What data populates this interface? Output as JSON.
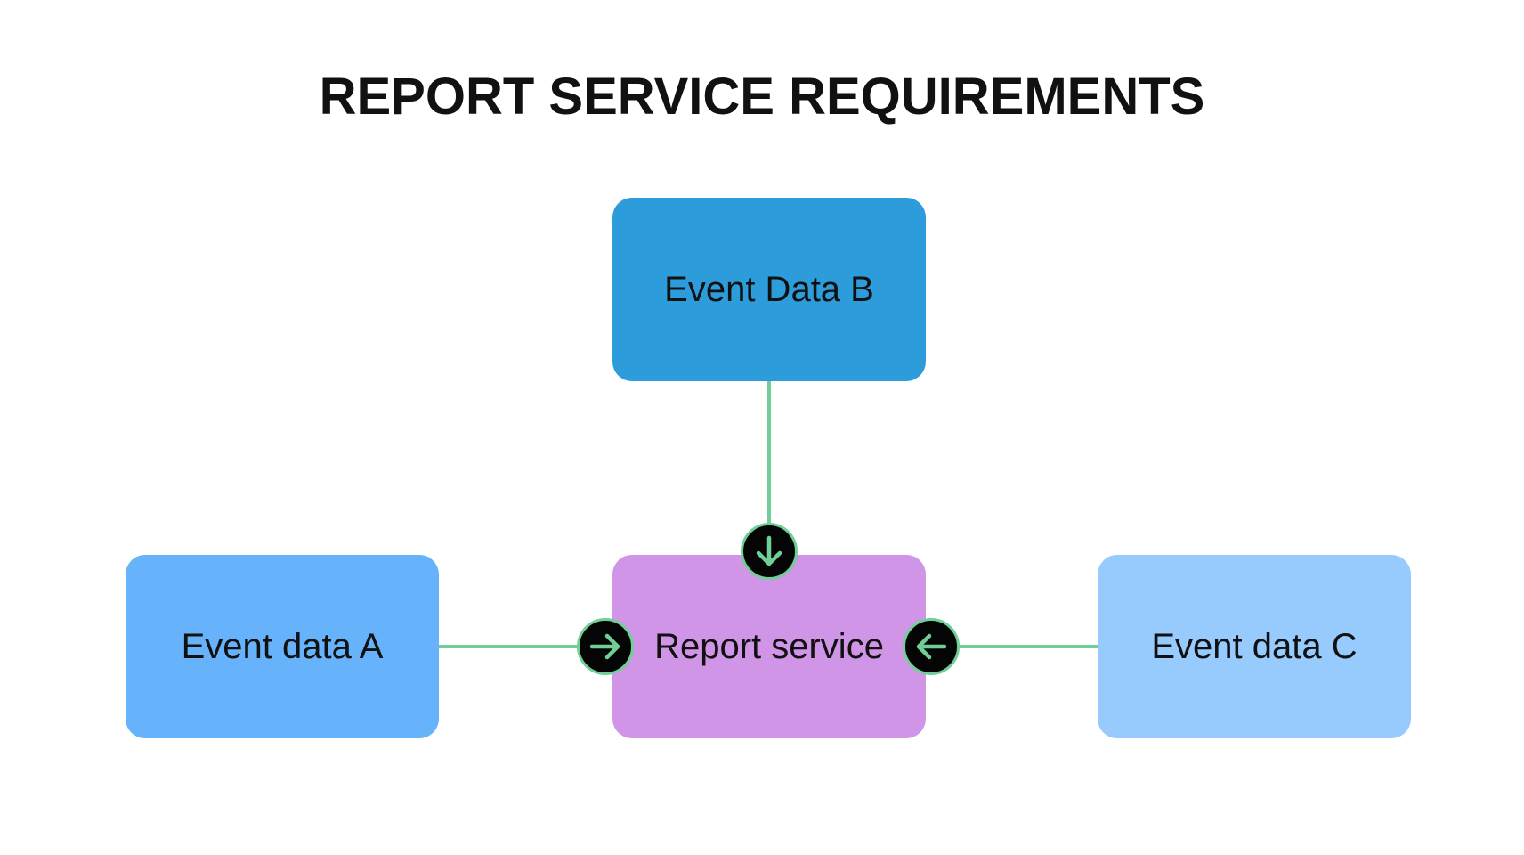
{
  "title": "REPORT SERVICE REQUIREMENTS",
  "nodes": {
    "event_b": {
      "label": "Event Data B"
    },
    "event_a": {
      "label": "Event data A"
    },
    "event_c": {
      "label": "Event data C"
    },
    "report": {
      "label": "Report service"
    }
  },
  "colors": {
    "event_b": "#2d9cdb",
    "event_a": "#66b2fb",
    "event_c": "#97cafd",
    "report": "#d195e8",
    "connector": "#6fcf97",
    "badge_fill": "#050505"
  },
  "connections": [
    {
      "from": "Event Data B",
      "to": "Report service",
      "icon": "arrow-down-icon"
    },
    {
      "from": "Event data A",
      "to": "Report service",
      "icon": "arrow-right-icon"
    },
    {
      "from": "Event data C",
      "to": "Report service",
      "icon": "arrow-left-icon"
    }
  ]
}
